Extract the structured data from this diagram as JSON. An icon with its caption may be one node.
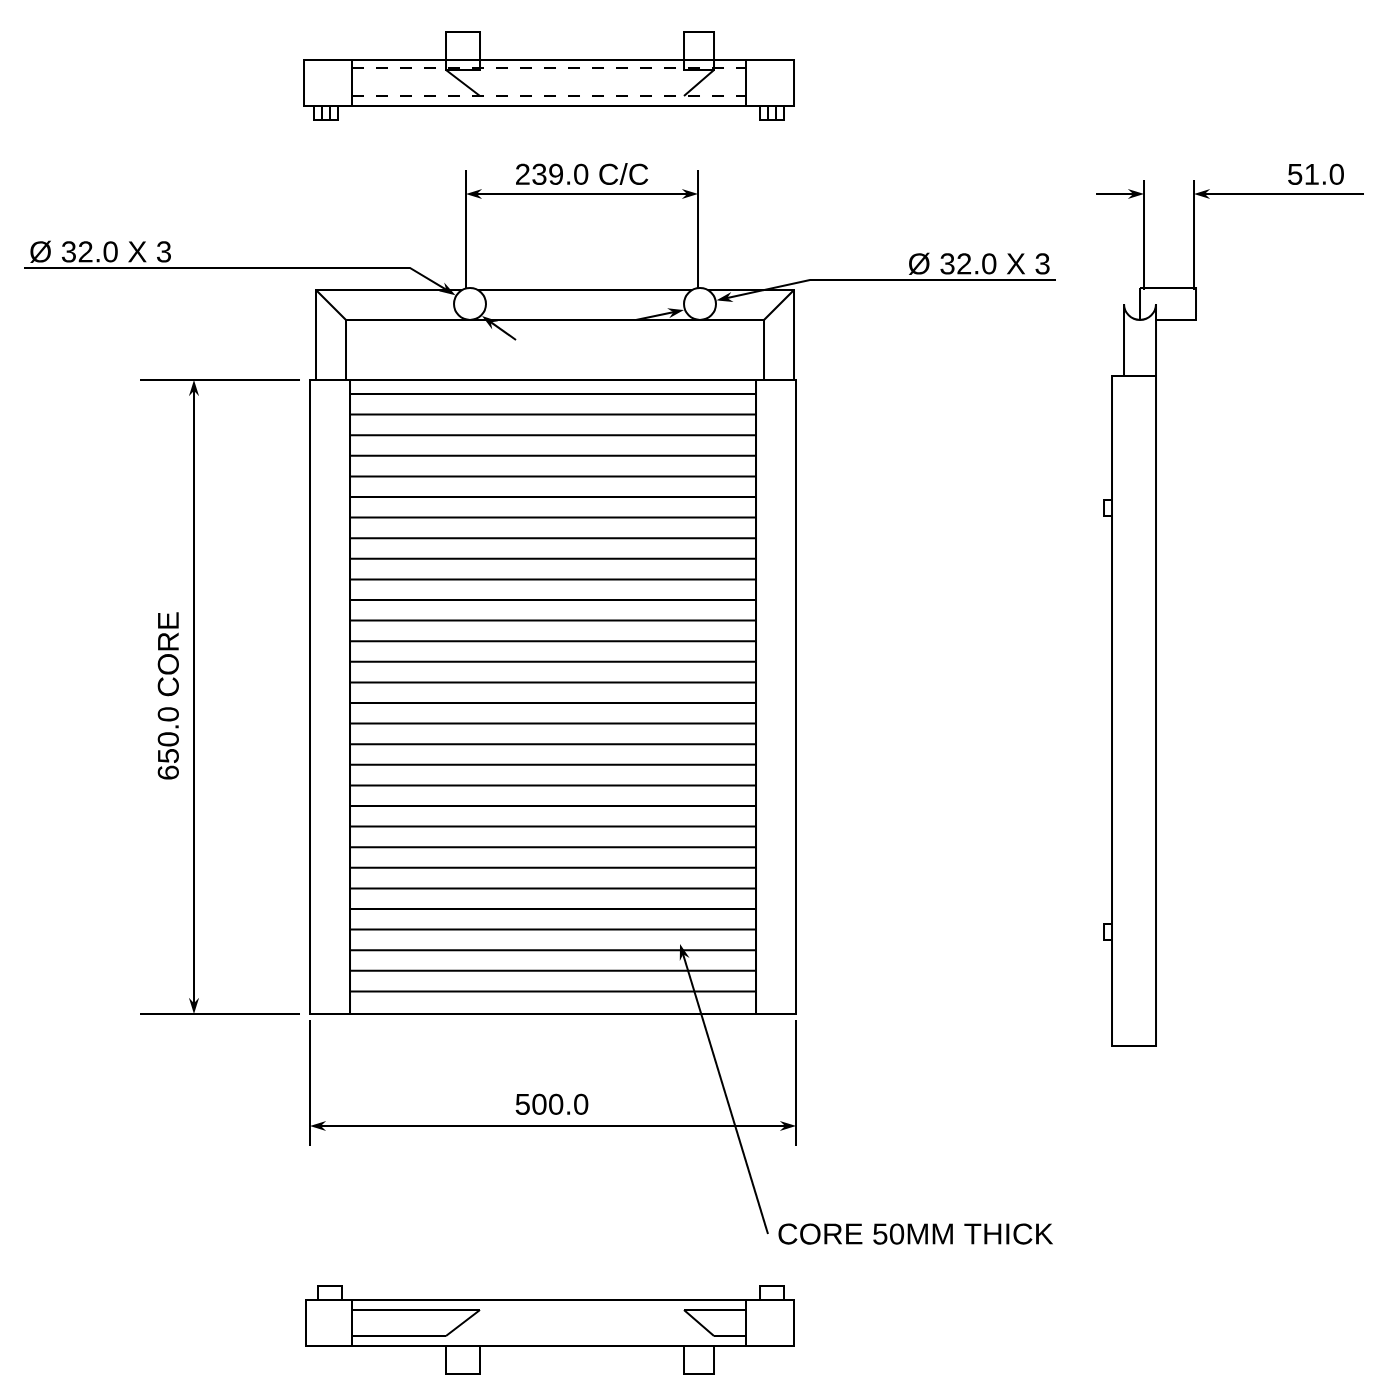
{
  "diagram": {
    "nodes": [
      {
        "text": [
          "Ø 32.0 X 3"
        ]
      },
      {
        "text": [
          "Ø 32.0 X 3"
        ]
      },
      {
        "text": [],
        "shape": "circle"
      },
      {
        "text": [],
        "shape": "circle"
      },
      {
        "text": [],
        "shape": "box"
      },
      {
        "text": [
          "CORE 50MM THICK"
        ]
      }
    ],
    "edges": [
      {
        "from": 0,
        "to": 2,
        "arrow": "to"
      },
      {
        "from": 1,
        "to": 3,
        "arrow": "to"
      },
      {
        "from": 5,
        "to": 4,
        "arrow": "to"
      }
    ],
    "labels": [
      "239.0 C/C",
      "51.0",
      "650.0 CORE",
      "500.0"
    ]
  }
}
